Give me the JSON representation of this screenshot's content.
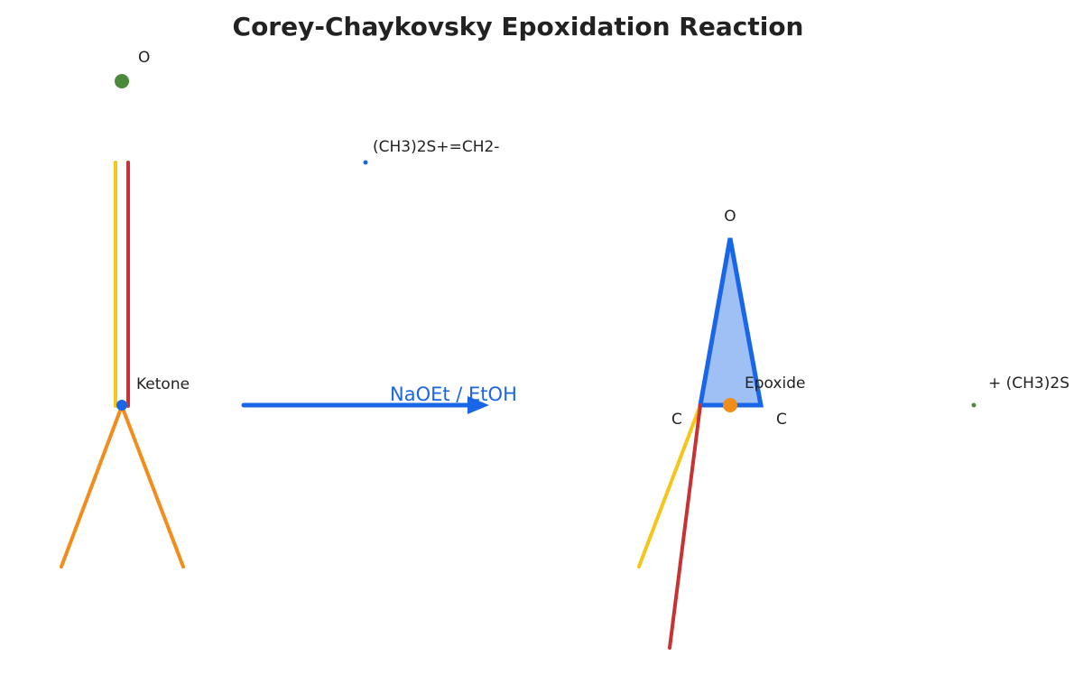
{
  "title": "Corey-Chaykovsky Epoxidation Reaction",
  "colors": {
    "title": "#222222",
    "green": "#4a8a3a",
    "blue": "#1a66e8",
    "yellow": "#f5c518",
    "red": "#c83232",
    "orange": "#f28c1a",
    "fill_blue": "#9fc0f5"
  },
  "ketone": {
    "oxygen_label": "O",
    "label": "Ketone"
  },
  "reagent": {
    "ylide_label": "(CH3)2S+=CH2-",
    "conditions_label": "NaOEt / EtOH"
  },
  "epoxide": {
    "oxygen_label": "O",
    "carbon_left_label": "C",
    "carbon_right_label": "C",
    "label": "Epoxide"
  },
  "byproduct": {
    "label": "+ (CH3)2S"
  }
}
